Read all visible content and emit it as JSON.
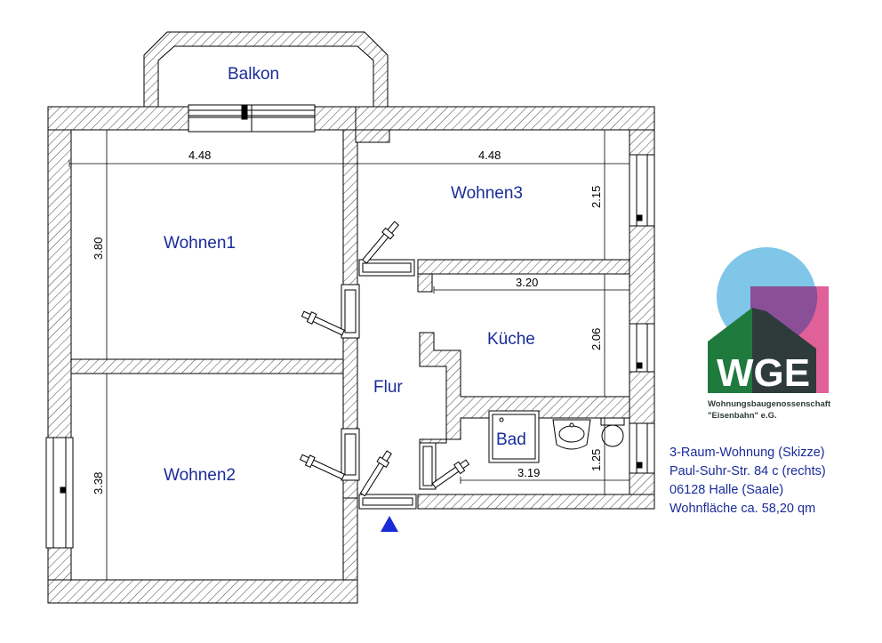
{
  "rooms": {
    "balkon": "Balkon",
    "wohnen1": "Wohnen1",
    "wohnen2": "Wohnen2",
    "wohnen3": "Wohnen3",
    "kueche": "Küche",
    "flur": "Flur",
    "bad": "Bad"
  },
  "dimensions": {
    "wohnen1_width": "4.48",
    "wohnen3_width": "4.48",
    "wohnen1_height": "3.80",
    "wohnen2_height": "3.38",
    "wohnen3_height": "2.15",
    "kueche_width": "3.20",
    "kueche_height": "2.06",
    "bad_width": "3.19",
    "bad_height": "1.25"
  },
  "logo": {
    "letters": "WGE",
    "line1": "Wohnungsbaugenossenschaft",
    "line2": "\"Eisenbahn\" e.G.",
    "colors": {
      "circle": "#7fc6e9",
      "square": "#e0609a",
      "overlap": "#8b4f98",
      "house_green": "#1f7a3e",
      "house_dark": "#2e3b3a"
    }
  },
  "info": {
    "line1": "3-Raum-Wohnung (Skizze)",
    "line2": "Paul-Suhr-Str. 84 c (rechts)",
    "line3": "06128 Halle (Saale)",
    "line4": "Wohnfläche ca. 58,20 qm"
  },
  "colors": {
    "room_label": "#1a2c9a",
    "entrance": "#1a2cd8"
  }
}
